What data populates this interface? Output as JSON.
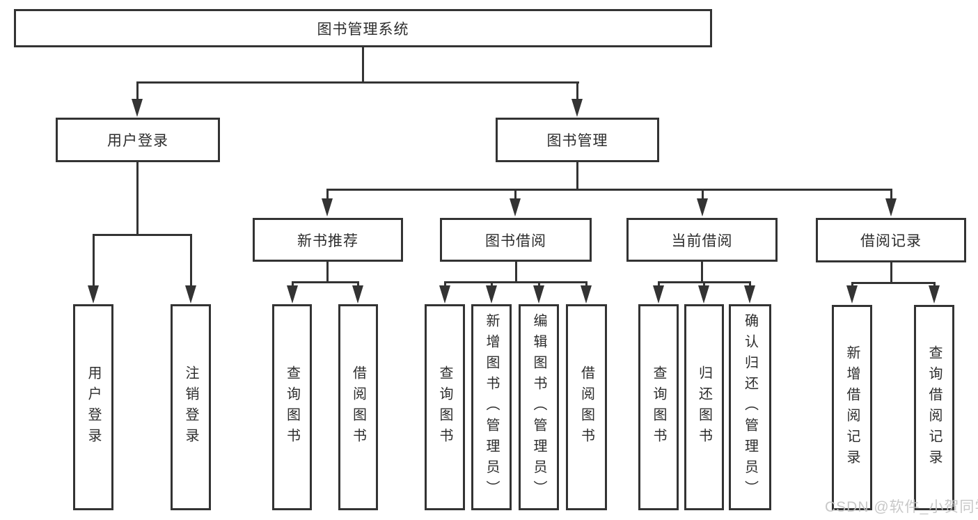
{
  "diagram": {
    "tree": {
      "label": "图书管理系统",
      "children": [
        {
          "label": "用户登录",
          "children": [
            {
              "label": "用户登录"
            },
            {
              "label": "注销登录"
            }
          ]
        },
        {
          "label": "图书管理",
          "children": [
            {
              "label": "新书推荐",
              "children": [
                {
                  "label": "查询图书"
                },
                {
                  "label": "借阅图书"
                }
              ]
            },
            {
              "label": "图书借阅",
              "children": [
                {
                  "label": "查询图书"
                },
                {
                  "label": "新增图书（管理员）"
                },
                {
                  "label": "编辑图书（管理员）"
                },
                {
                  "label": "借阅图书"
                }
              ]
            },
            {
              "label": "当前借阅",
              "children": [
                {
                  "label": "查询图书"
                },
                {
                  "label": "归还图书"
                },
                {
                  "label": "确认归还（管理员）"
                }
              ]
            },
            {
              "label": "借阅记录",
              "children": [
                {
                  "label": "新增借阅记录"
                },
                {
                  "label": "查询借阅记录"
                }
              ]
            }
          ]
        }
      ]
    },
    "colors": {
      "line": "#333333",
      "text": "#2d2d2d",
      "background": "#ffffff",
      "watermark": "#c3c3c3"
    }
  },
  "watermark": "CSDN @软件_小贺同学"
}
